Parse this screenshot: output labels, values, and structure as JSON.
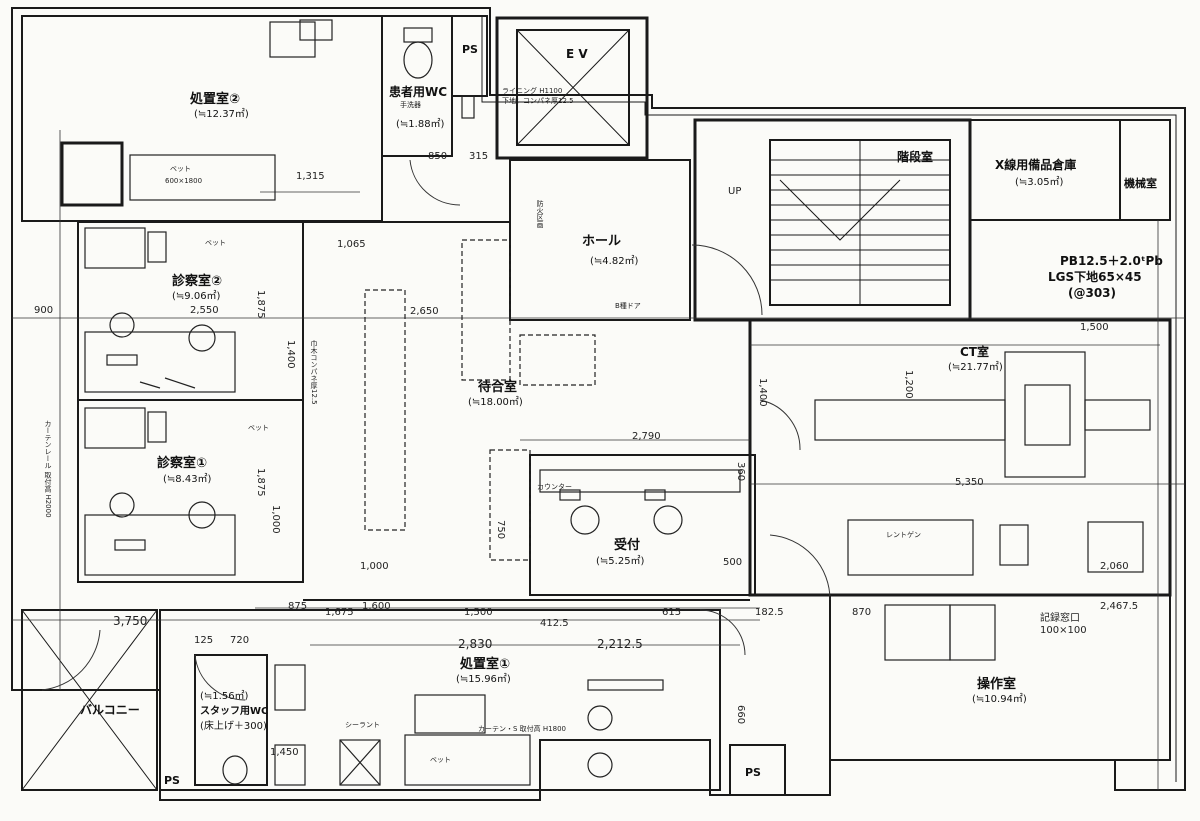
{
  "rooms": {
    "treatment2": {
      "name": "処置室②",
      "area": "(≒12.37㎡)"
    },
    "patient_wc": {
      "name": "患者用WC",
      "area": "(≒1.88㎡)"
    },
    "ps_top": {
      "name": "PS"
    },
    "ev": {
      "name": "E V"
    },
    "hall": {
      "name": "ホール",
      "area": "(≒4.82㎡)"
    },
    "stairs": {
      "name": "階段室",
      "up": "UP"
    },
    "xray_storage": {
      "name": "X線用備品倉庫",
      "area": "(≒3.05㎡)"
    },
    "machine": {
      "name": "機械室"
    },
    "exam2": {
      "name": "診察室②",
      "area": "(≒9.06㎡)"
    },
    "exam1": {
      "name": "診察室①",
      "area": "(≒8.43㎡)"
    },
    "waiting": {
      "name": "待合室",
      "area": "(≒18.00㎡)"
    },
    "reception": {
      "name": "受付",
      "area": "(≒5.25㎡)"
    },
    "ct": {
      "name": "CT室",
      "area": "(≒21.77㎡)"
    },
    "treatment1": {
      "name": "処置室①",
      "area": "(≒15.96㎡)"
    },
    "staff_wc": {
      "name": "スタッフ用WC",
      "area": "(≒1.56㎡)",
      "note": "(床上げ＋300)"
    },
    "balcony": {
      "name": "バルコニー"
    },
    "ps_bottom": {
      "name": "PS"
    },
    "ps_bottom_left": {
      "name": "PS"
    },
    "control": {
      "name": "操作室",
      "area": "(≒10.94㎡)"
    }
  },
  "notes": {
    "pb_line1": "PB12.5＋2.0ᵗPb",
    "pb_line2": "LGS下地65×45",
    "pb_line3": "(@303)",
    "lining": "ライニング H1100",
    "lining_sub": "下地：コンパネ厚12.5",
    "record_window": "記録窓口",
    "record_size": "100×100",
    "ct_device": "レントゲン",
    "bed": "ベット",
    "counter": "カウンター",
    "bed_size": "600×1800",
    "sink_note": "手洗器",
    "partition_label": "B種ドア",
    "shelf": "シーラント",
    "shelf2": "カーテン・S 取付高 H1800",
    "hall_vert": "防火区画",
    "wall_vert": "巾木コンパネ厚12.5",
    "left_vert": "カーテンレール 取付高 H2000"
  },
  "dims": {
    "d_2650": "2,650",
    "d_2550": "2,550",
    "d_900": "900",
    "d_1500": "1,500",
    "d_1200": "1,200",
    "d_1400": "1,400",
    "d_5350": "5,350",
    "d_3750": "3,750",
    "d_2830": "2,830",
    "d_2212": "2,212.5",
    "d_2467": "2,467.5",
    "d_2790": "2,790",
    "d_1065": "1,065",
    "d_1315": "1,315",
    "d_1875a": "1,875",
    "d_1875b": "1,875",
    "d_1000": "1,000",
    "d_412": "412.5",
    "d_1675": "1,675",
    "d_1500b": "1,500",
    "d_1600": "1,600",
    "d_875": "875",
    "d_615": "615",
    "d_125": "125",
    "d_720": "720",
    "d_850": "850",
    "d_315": "315",
    "d_500": "500",
    "d_360": "360",
    "d_750": "750",
    "d_2060": "2,060",
    "d_182": "182.5",
    "d_870": "870",
    "d_1450": "1,450",
    "d_660": "660",
    "d_1400b": "1,400",
    "d_1000b": "1,000"
  }
}
